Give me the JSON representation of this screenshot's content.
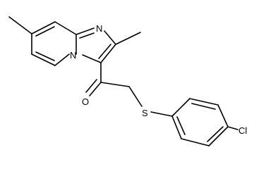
{
  "molecule": {
    "atoms": {
      "N1": "N",
      "N2": "N",
      "O": "O",
      "S": "S",
      "Cl": "Cl"
    },
    "colors": {
      "bond": "#000000",
      "label": "#000000",
      "background": "#ffffff"
    }
  }
}
